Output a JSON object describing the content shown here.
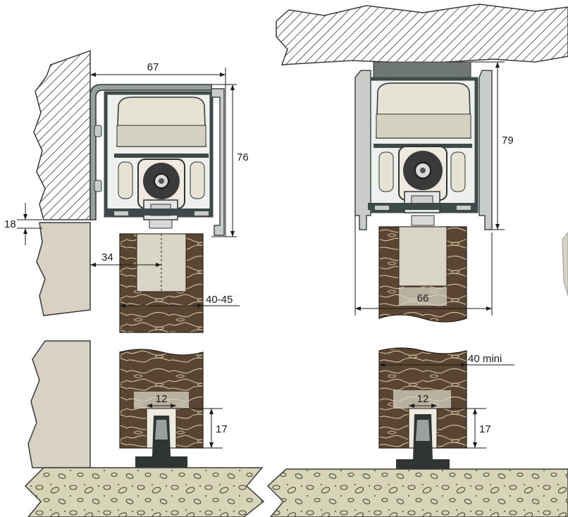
{
  "colors": {
    "wall_fill": "#d7d2c3",
    "hatch": "#3a3a3a",
    "wood_fill": "#5a4532",
    "wood_grain": "#c9b89a",
    "concrete_fill": "#d8d4b8",
    "aluminium_profile": "#3e4a4a",
    "profile_light": "#c9ccc9",
    "carriage_body": "#e6e2d4",
    "wheel_dark": "#3a3a3a",
    "guide_dark": "#2f3535",
    "dimension_line": "#1a1a1a"
  },
  "left_view": {
    "dimensions": {
      "width": "67",
      "height": "76",
      "gap": "18",
      "offset": "34",
      "door_thickness": "40-45",
      "groove_width": "12",
      "groove_depth": "17"
    }
  },
  "right_view": {
    "dimensions": {
      "height": "79",
      "width": "66",
      "door_thickness": "40 mini",
      "groove_width": "12",
      "groove_depth": "17"
    }
  }
}
